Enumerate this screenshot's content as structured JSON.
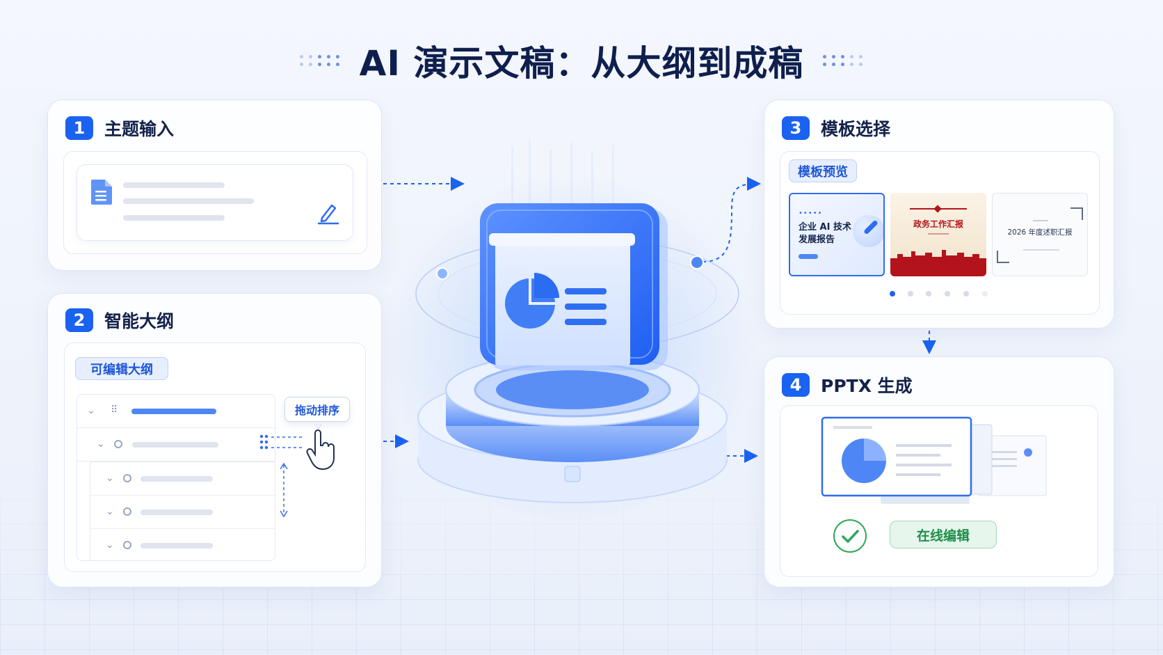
{
  "title": "AI 演示文稿：从大纲到成稿",
  "steps": [
    {
      "num": "1",
      "title": "主题输入"
    },
    {
      "num": "2",
      "title": "智能大纲",
      "chip": "可编辑大纲",
      "drag_tip": "拖动排序"
    },
    {
      "num": "3",
      "title": "模板选择",
      "chip": "模板预览",
      "templates": [
        {
          "line1": "企业 AI 技术",
          "line2": "发展报告",
          "selected": true
        },
        {
          "label": "政务工作汇报"
        },
        {
          "label": "2026 年度述职汇报"
        }
      ],
      "page_count": 6,
      "active_page": 0
    },
    {
      "num": "4",
      "title": "PPTX 生成",
      "button": "在线编辑"
    }
  ],
  "colors": {
    "accent": "#1a62f0",
    "title": "#0f1f4d",
    "success": "#2ea65a",
    "gov_red": "#b3141c"
  },
  "icons": [
    "document-icon",
    "pen-icon",
    "drag-handle-icon",
    "hand-pointer-icon",
    "check-icon",
    "presentation-icon",
    "pie-chart-icon"
  ]
}
